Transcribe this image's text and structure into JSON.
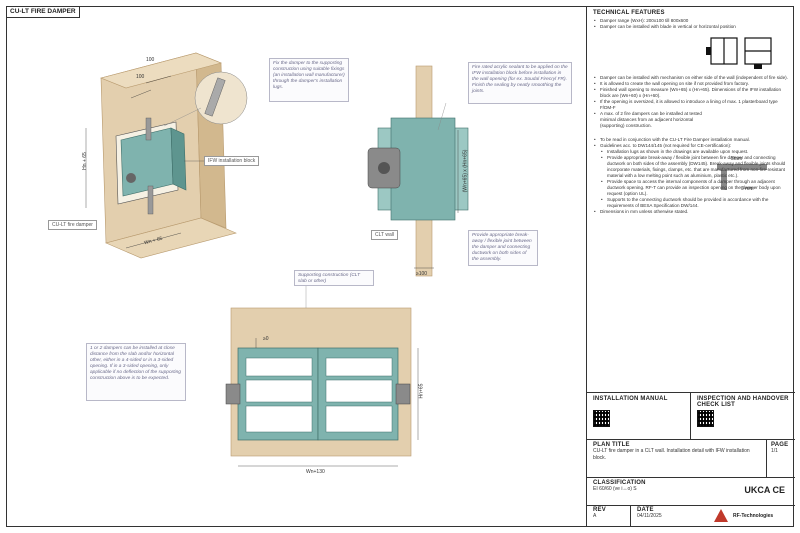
{
  "sheet_title": "CU-LT FIRE DAMPER",
  "annotations": {
    "fix_damper": "Fix the damper to the supporting construction using suitable fixings (an installation wall manufacturer) through the damper's installation lugs.",
    "fire_sealant": "Fire rated acrylic sealant to be applied on the IFW installation block before installation in the wall opening (for ex. Soudal Firecryl FR). Finish the sealing by neatly smoothing the joints.",
    "ifw_block": "IFW installation block",
    "cu_lt_damper": "CU-LT fire damper",
    "clt_wall": "CLT wall",
    "breakaway": "Provide appropriate break-away / flexible joint between the damper and connecting ductwork on both sides of the assembly.",
    "supporting": "Supporting construction (CLT slab or other)",
    "multi_dampers": "1 or 2 dampers can be installed at close distance from the slab and/or horizontal other, either in a 4-sided or in a 3-sided opening. If in a 3-sided opening, only applicable if no deflection of the supporting construction above is to be expected."
  },
  "dims": {
    "d100a": "100",
    "d100b": "100",
    "hn65": "Hn + 65",
    "wn65": "Wn + 65",
    "wn_hn": "(Wn+65) x (Hn+65)",
    "d100c": "≥100",
    "ge0": "≥0",
    "hn65b": "Hn+65",
    "wn130": "Wn+130"
  },
  "technical": {
    "title": "TECHNICAL FEATURES",
    "items_a": [
      "Damper range (WxH): 200x100 till 800x600",
      "Damper can be installed with blade in vertical or horizontal position"
    ],
    "items_b": [
      "Damper can be installed with mechanism on either side of the wall (independent of fire side).",
      "It is allowed to create the wall opening on site if not provided from factory.",
      "Finished wall opening to measure (Wn+65) x (Hn+65). Dimensions of the IFW installation block are (Wn+60) x (Hn+60).",
      "If the opening is oversized, it is allowed to introduce a lining of max. 1 plasterboard type F/DM-F",
      "A max. of 2 fire dampers can be installed at tested minimal distances from an adjacent horizontal (supporting) construction."
    ],
    "detail_5mm": "5mm",
    "detail_0mm": "0 mm",
    "items_c": [
      "To be read in conjunction with the CU-LT Fire Damper installation manual.",
      "Guidelines acc. to DW144/145 (not required for CE-certification):"
    ],
    "sub_items": [
      "Installation lugs as shown in the drawings are available upon request.",
      "Provide appropriate break-away / flexible joint between fire damper and connecting ductwork on both sides of the assembly (DW145). Break-away and flexible joints should incorporate materials, fixings, clamps, etc. that are manufactured from non-fire-resistant material with a low melting point such as aluminium, plastic etc.).",
      "Provide space to access the internal components of a damper through an adjacent ductwork opening. RF-T can provide an inspection opening on the damper body upon request (option UL).",
      "Supports to the connecting ductwork should be provided in accordance with the requirements of BESA Specification DW/144."
    ],
    "items_d": [
      "Dimensions in mm unless otherwise stated."
    ]
  },
  "install_manual": "INSTALLATION MANUAL",
  "inspection": "INSPECTION AND HANDOVER CHECK LIST",
  "plan_title_label": "PLAN TITLE",
  "plan_title": "CU-LT fire damper in a CLT wall. Installation detail with IFW installation block.",
  "page_label": "PAGE",
  "page_value": "1/1",
  "classification_label": "CLASSIFICATION",
  "classification": "EI 60/60 (ve i↔o) S",
  "marks": "UKCA CE",
  "rev_label": "REV",
  "rev_value": "A",
  "date_label": "DATE",
  "date_value": "04/11/2025",
  "company": "RF-Technologies",
  "colors": {
    "damper": "#7fb3ae",
    "damper_dark": "#4f8a85",
    "wood": "#e3cfae",
    "wood_dark": "#c9ad82",
    "line": "#333333"
  }
}
